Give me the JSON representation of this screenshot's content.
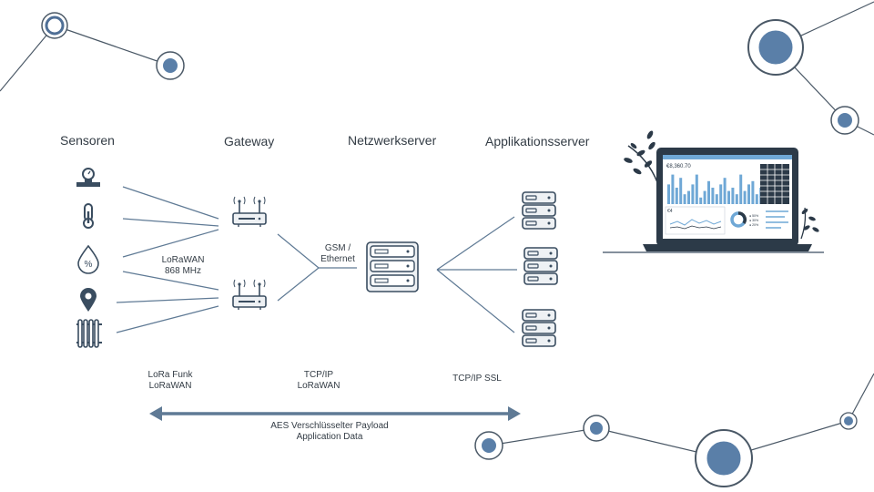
{
  "columns": {
    "sensors": "Sensoren",
    "gateway": "Gateway",
    "network_server": "Netzwerkserver",
    "application_server": "Applikationsserver"
  },
  "links": {
    "lorawan_freq_line1": "LoRaWAN",
    "lorawan_freq_line2": "868 MHz",
    "gsm_line1": "GSM /",
    "gsm_line2": "Ethernet"
  },
  "bottom_labels": {
    "lora_line1": "LoRa Funk",
    "lora_line2": "LoRaWAN",
    "tcpip_line1": "TCP/IP",
    "tcpip_line2": "LoRaWAN",
    "tcpip_ssl": "TCP/IP  SSL",
    "aes_line1": "AES Verschlüsselter Payload",
    "aes_line2": "Application Data"
  },
  "sensor_icons": [
    "pressure-gauge-icon",
    "thermometer-icon",
    "humidity-drop-icon",
    "location-pin-icon",
    "radiator-icon"
  ],
  "dashboard": {
    "title": "€8,360.70",
    "panel_label": "€4",
    "legend": [
      "● 50%",
      "● 30%",
      "● 20%"
    ]
  },
  "colors": {
    "accent": "#4f6f96",
    "line": "#5f7a95",
    "icon": "#3a4d60",
    "chart": "#6fa8d6"
  }
}
